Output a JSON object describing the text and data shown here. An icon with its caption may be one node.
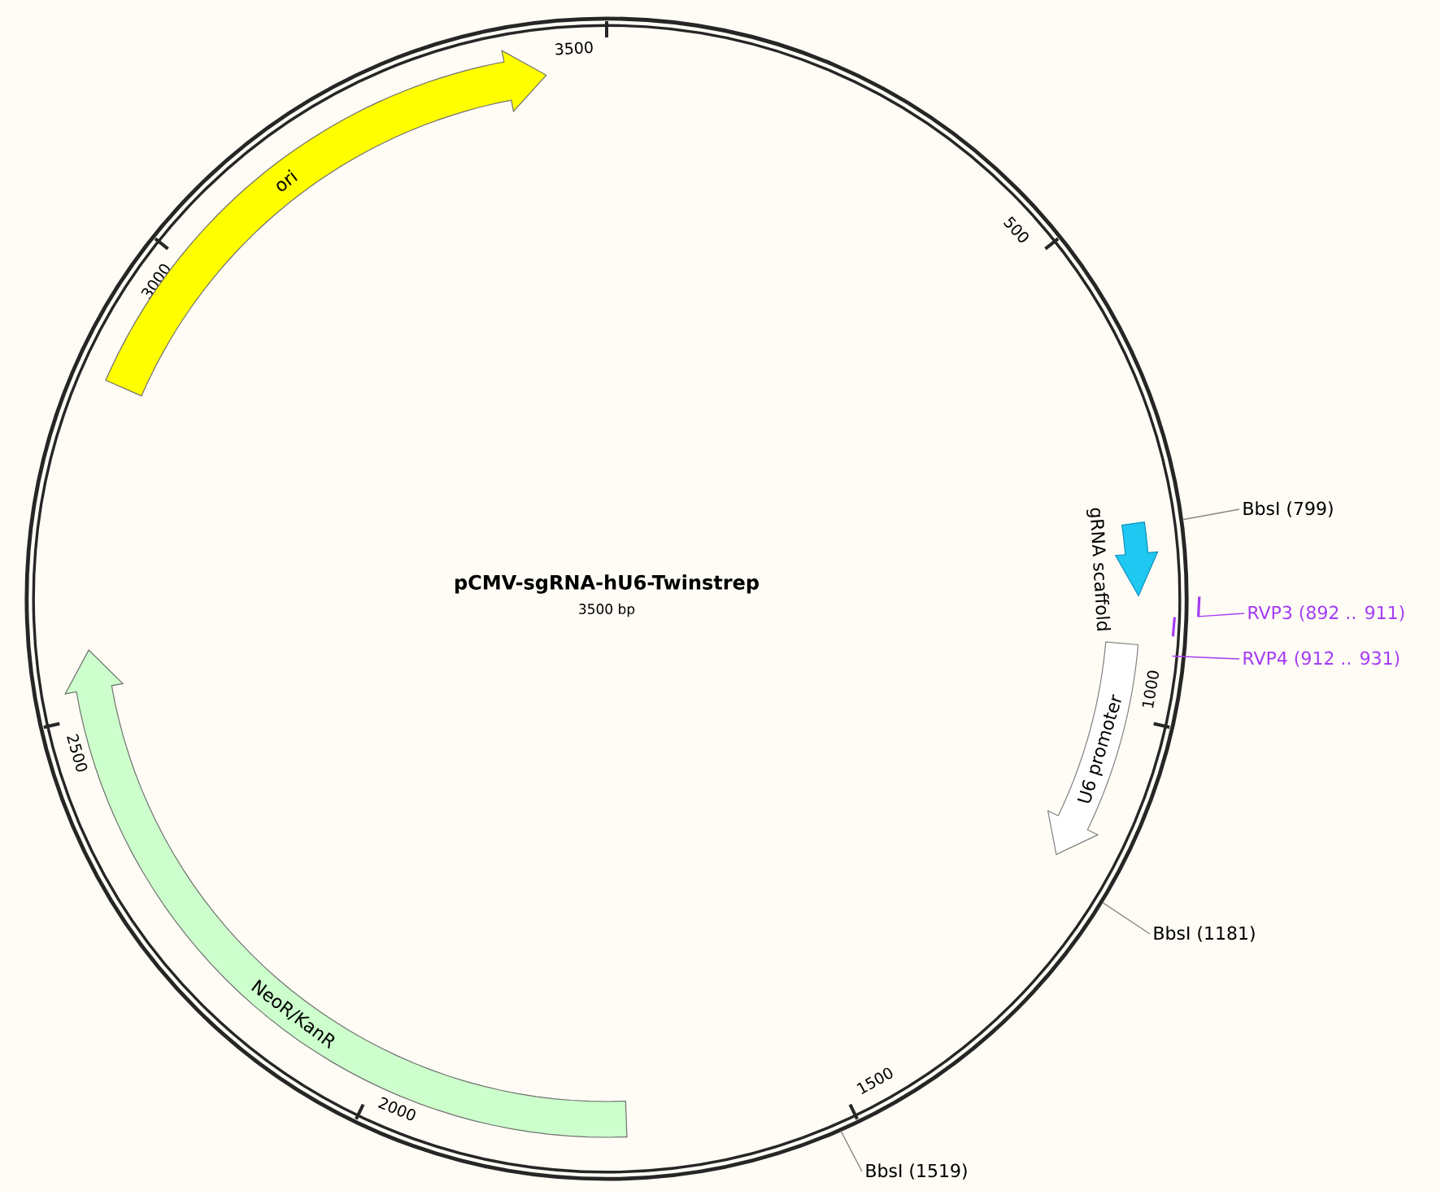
{
  "diagram": {
    "title": "pCMV-sgRNA-hU6-Twinstrep",
    "nodes": [
      {
        "text": [
          "ori"
        ]
      },
      {
        "text": [
          "gRNA scaffold"
        ]
      },
      {
        "text": [
          "U6 promoter"
        ]
      },
      {
        "text": [
          "NeoR/KanR"
        ]
      },
      {
        "text": [
          "BbsI (799)"
        ]
      },
      {
        "text": [
          "RVP3 (892 .. 911)"
        ]
      },
      {
        "text": [],
        "shape": "bar"
      },
      {
        "text": [
          "RVP4 (912 .. 931)"
        ]
      },
      {
        "text": [],
        "shape": "bar"
      },
      {
        "text": [
          "BbsI (1181)"
        ]
      },
      {
        "text": [
          "BbsI (1519)"
        ]
      }
    ],
    "edges": [
      {
        "from": 4,
        "to": null,
        "arrow": "none"
      },
      {
        "from": 5,
        "to": 6,
        "arrow": "none",
        "color": "#a43cf5"
      },
      {
        "from": 7,
        "to": 8,
        "arrow": "none",
        "color": "#a43cf5"
      },
      {
        "from": 9,
        "to": null,
        "arrow": "none"
      },
      {
        "from": 10,
        "to": null,
        "arrow": "none"
      }
    ],
    "labels": [
      "3500 bp",
      "3500",
      "500",
      "1000",
      "1500",
      "2000",
      "2500",
      "3000"
    ]
  }
}
